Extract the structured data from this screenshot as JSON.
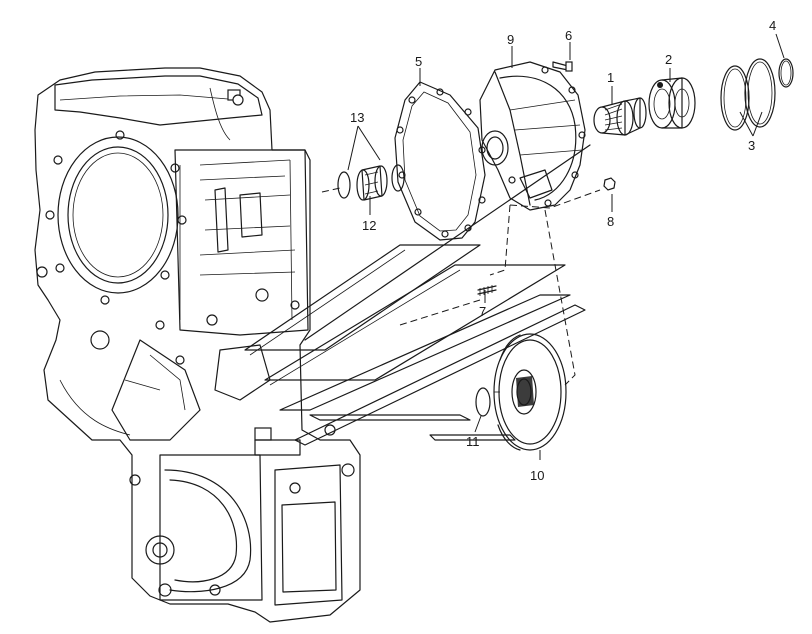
{
  "callouts": [
    {
      "id": "1",
      "text": "1"
    },
    {
      "id": "2",
      "text": "2"
    },
    {
      "id": "3",
      "text": "3"
    },
    {
      "id": "4",
      "text": "4"
    },
    {
      "id": "5",
      "text": "5"
    },
    {
      "id": "6",
      "text": "6"
    },
    {
      "id": "7",
      "text": "7"
    },
    {
      "id": "8",
      "text": "8"
    },
    {
      "id": "9",
      "text": "9"
    },
    {
      "id": "10",
      "text": "10"
    },
    {
      "id": "11",
      "text": "11"
    },
    {
      "id": "12",
      "text": "12"
    },
    {
      "id": "13",
      "text": "13"
    }
  ],
  "parts": {
    "housing": "transmission-housing",
    "cover": "cover",
    "gasket": "gasket",
    "gear": "gear",
    "shaft": "splined-shaft",
    "bearing": "bearing",
    "snap_rings": "snap-rings"
  }
}
